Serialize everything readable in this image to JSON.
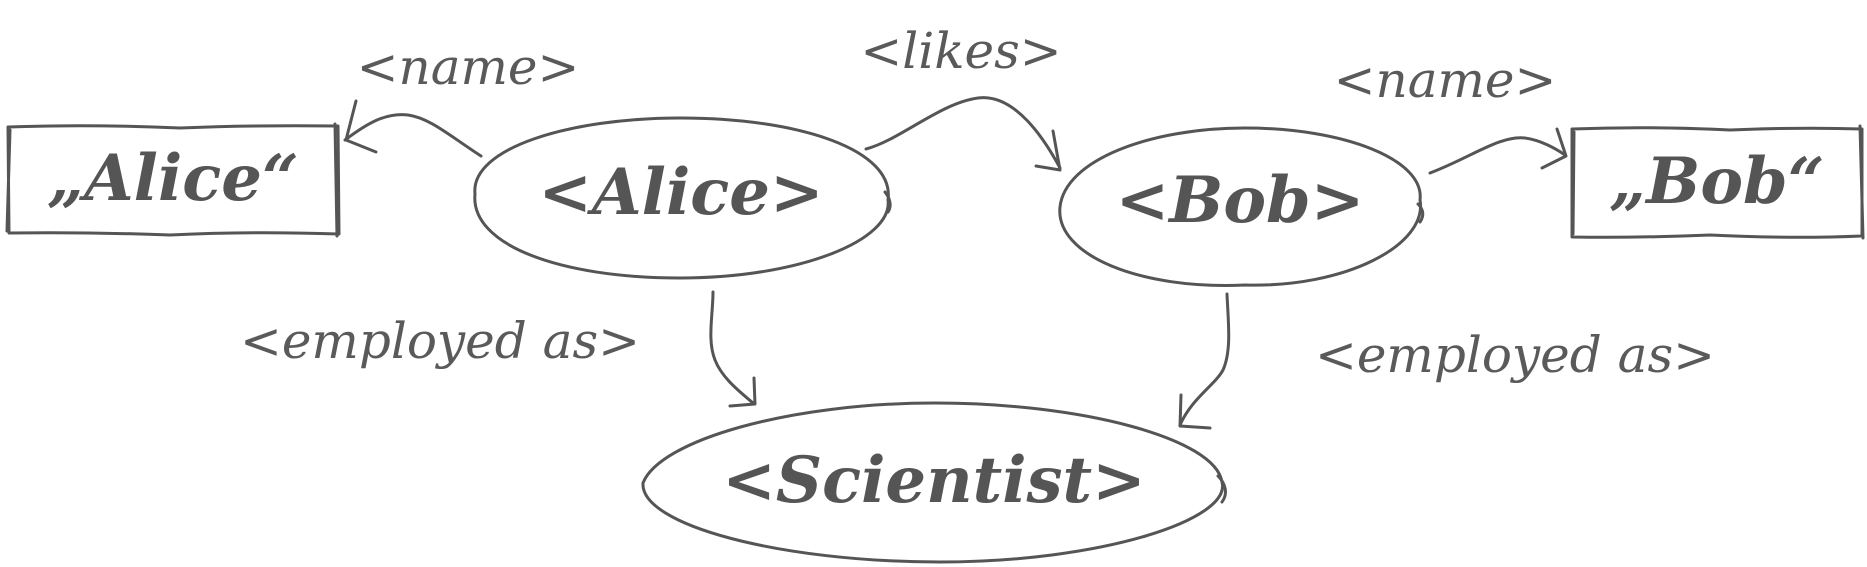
{
  "nodes": {
    "alice_literal": "„Alice“",
    "alice": "<Alice>",
    "bob": "<Bob>",
    "bob_literal": "„Bob“",
    "scientist": "<Scientist>"
  },
  "edges": {
    "alice_name": "<name>",
    "alice_likes_bob": "<likes>",
    "bob_name": "<name>",
    "alice_employed_as": "<employed as>",
    "bob_employed_as": "<employed as>"
  },
  "colors": {
    "stroke": "#555555",
    "background": "#ffffff"
  }
}
